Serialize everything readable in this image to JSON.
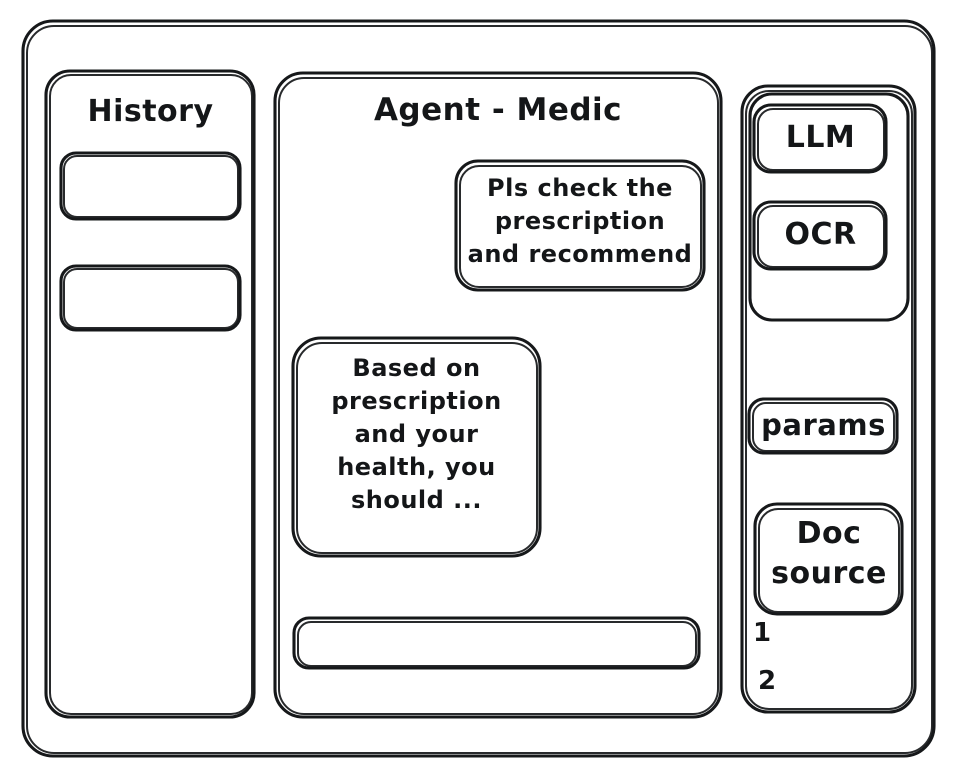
{
  "window": {
    "name": "agent-wireframe"
  },
  "history": {
    "title": "History",
    "items": [
      {
        "label": ""
      },
      {
        "label": ""
      }
    ]
  },
  "main": {
    "title": "Agent - Medic",
    "messages": [
      {
        "role": "user",
        "text": "Pls check the\nprescription\nand recommend"
      },
      {
        "role": "assistant",
        "text": "Based on\nprescription\nand your\nhealth, you\nshould ..."
      }
    ],
    "composer": {
      "value": "",
      "placeholder": ""
    }
  },
  "tools": {
    "group": [
      {
        "label": "LLM"
      },
      {
        "label": "OCR"
      }
    ],
    "params": {
      "label": "params"
    },
    "doc_source": {
      "label": "Doc\nsource",
      "entries": [
        "1",
        "2"
      ]
    }
  },
  "style": {
    "ink": "#16181a",
    "paper": "#ffffff"
  }
}
